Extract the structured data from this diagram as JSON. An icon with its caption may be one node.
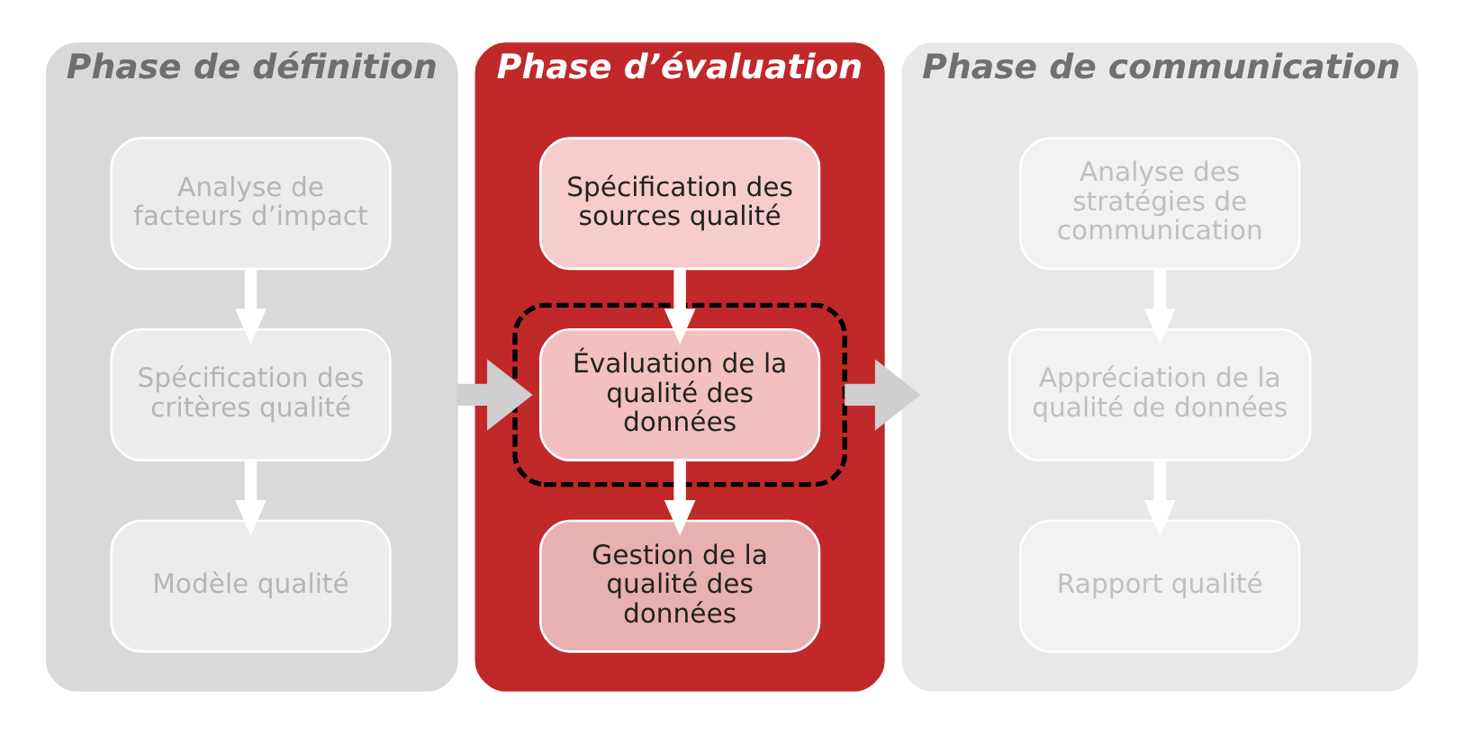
{
  "diagram": {
    "nodes": [
      {
        "text": [
          "Phase de définition"
        ]
      },
      {
        "text": [
          "Analyse de facteurs d’impact"
        ],
        "in": 0
      },
      {
        "text": [
          "Spécification des critères qualité"
        ],
        "in": 0
      },
      {
        "text": [
          "Modèle qualité"
        ],
        "in": 0
      },
      {
        "text": [
          "Phase d’évaluation"
        ]
      },
      {
        "text": [
          "Spécification des sources qualité"
        ],
        "in": 4
      },
      {
        "text": [],
        "shape": "ellipse",
        "in": 4
      },
      {
        "text": [
          "Évaluation de la qualité des données"
        ],
        "in": 6
      },
      {
        "text": [
          "Gestion de la qualité des données"
        ],
        "in": 4
      },
      {
        "text": [
          "Phase de communication"
        ]
      },
      {
        "text": [
          "Analyse des stratégies de communication"
        ],
        "in": 9
      },
      {
        "text": [
          "Appréciation de la qualité de données"
        ],
        "in": 9
      },
      {
        "text": [
          "Rapport qualité"
        ],
        "in": 9
      }
    ],
    "edges": [
      {
        "from": 1,
        "to": 2,
        "arrow": "to"
      },
      {
        "from": 2,
        "to": 3,
        "arrow": "to"
      },
      {
        "from": 5,
        "to": 7,
        "arrow": "to"
      },
      {
        "from": 7,
        "to": 8,
        "arrow": "to"
      },
      {
        "from": 10,
        "to": 11,
        "arrow": "to"
      },
      {
        "from": 11,
        "to": 12,
        "arrow": "to"
      },
      {
        "from": 0,
        "to": 6,
        "arrow": "to",
        "style": "thick",
        "color": "#cfcfcf"
      },
      {
        "from": 6,
        "to": 9,
        "arrow": "to",
        "style": "thick",
        "color": "#cfcfcf"
      }
    ]
  }
}
